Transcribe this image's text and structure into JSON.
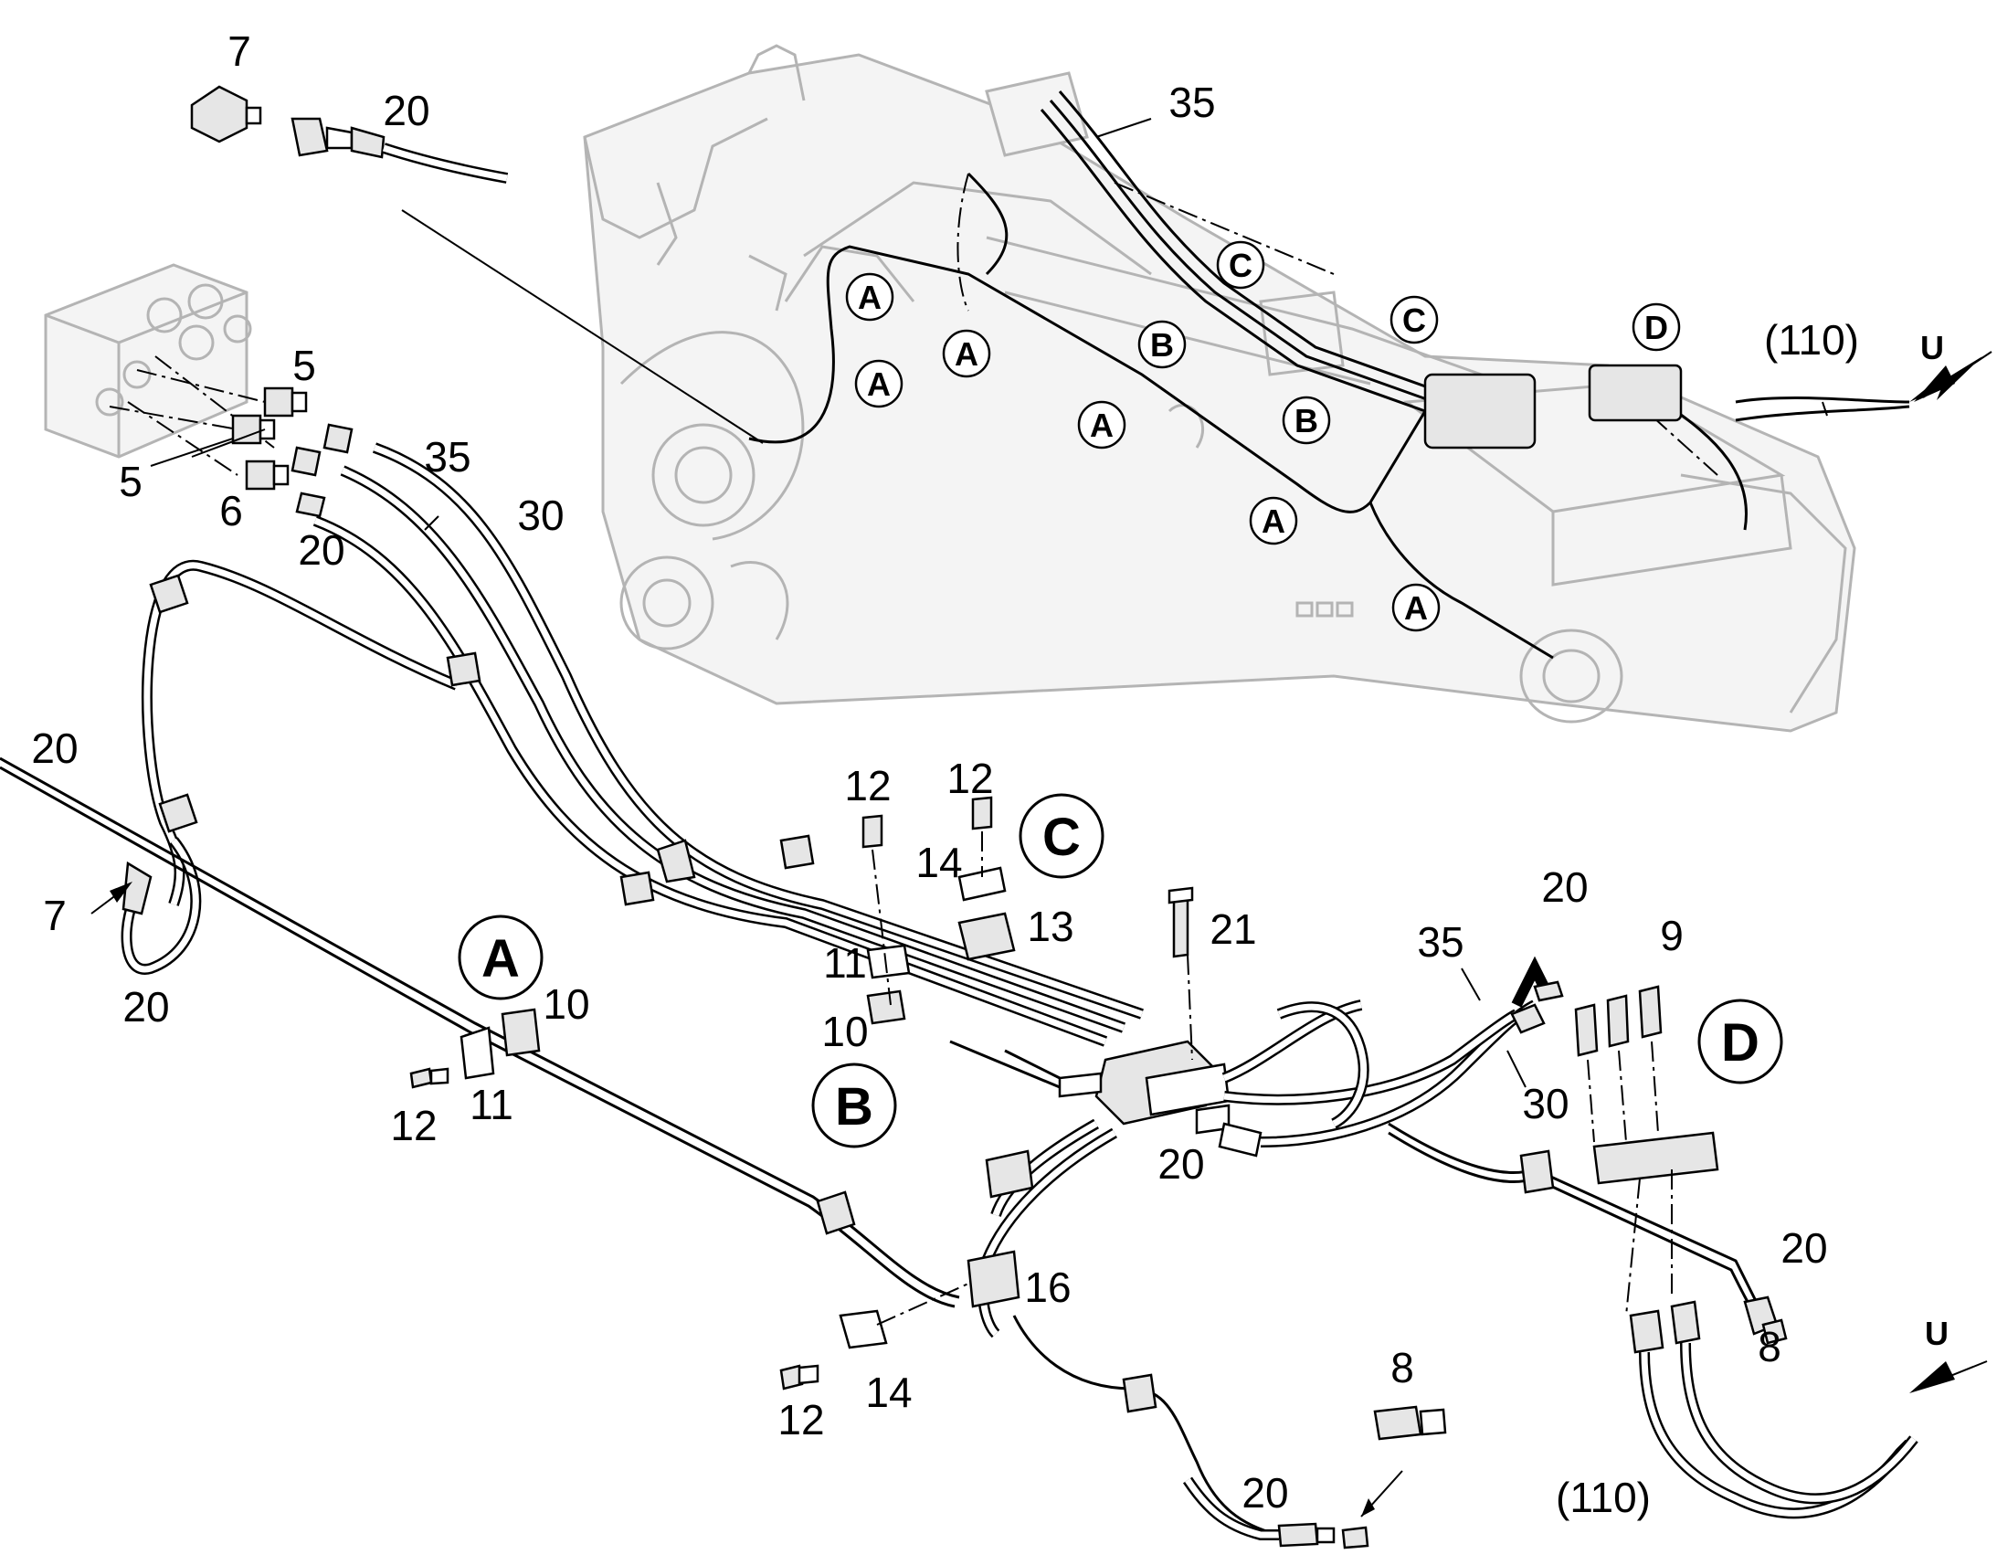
{
  "callouts": {
    "n7_top": "7",
    "n20_top": "20",
    "n35_top": "35",
    "n5_a": "5",
    "n5_b": "5",
    "n6": "6",
    "n20_valve": "20",
    "n35_mid": "35",
    "n30_mid": "30",
    "n20_left": "20",
    "n7_left": "7",
    "n20_loop": "20",
    "n10_a": "10",
    "n11_a": "11",
    "n12_a": "12",
    "n12_c1": "12",
    "n12_c2": "12",
    "n14_c": "14",
    "n13": "13",
    "n11_b": "11",
    "n10_b": "10",
    "n21": "21",
    "n20_block_top": "20",
    "n35_right": "35",
    "n9": "9",
    "n30_right": "30",
    "n20_block_bottom": "20",
    "n20_right": "20",
    "n8_right": "8",
    "n16": "16",
    "n14_bottom": "14",
    "n12_bottom": "12",
    "n8_bottom": "8",
    "n20_bottom": "20",
    "n110_top": "(110)",
    "n110_bottom": "(110)",
    "u_top": "U",
    "u_bottom": "U"
  },
  "detail_markers": {
    "a": "A",
    "b": "B",
    "c": "C",
    "d": "D"
  },
  "overview_markers": {
    "a1": "A",
    "a2": "A",
    "a3": "A",
    "a4": "A",
    "a5": "A",
    "a6": "A",
    "b1": "B",
    "b2": "B",
    "c1": "C",
    "c2": "C",
    "d1": "D"
  }
}
